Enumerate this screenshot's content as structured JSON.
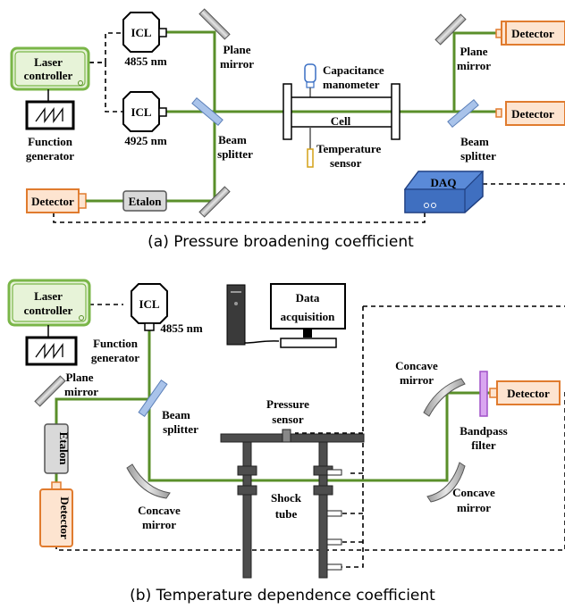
{
  "part_a": {
    "caption": "(a) Pressure broadening coefficient",
    "laser_controller": [
      "Laser",
      "controller"
    ],
    "function_generator": [
      "Function",
      "generator"
    ],
    "icl_top": {
      "label": "ICL",
      "wavelength": "4855 nm"
    },
    "icl_bottom": {
      "label": "ICL",
      "wavelength": "4925 nm"
    },
    "plane_mirror_left": [
      "Plane",
      "mirror"
    ],
    "beam_splitter_left": [
      "Beam",
      "splitter"
    ],
    "capacitance_manometer": [
      "Capacitance",
      "manometer"
    ],
    "cell": "Cell",
    "temperature_sensor": [
      "Temperature",
      "sensor"
    ],
    "plane_mirror_right": [
      "Plane",
      "mirror"
    ],
    "beam_splitter_right": [
      "Beam",
      "splitter"
    ],
    "detector": "Detector",
    "etalon": "Etalon",
    "daq": "DAQ"
  },
  "part_b": {
    "caption": "(b) Temperature dependence coefficient",
    "laser_controller": [
      "Laser",
      "controller"
    ],
    "function_generator": [
      "Function",
      "generator"
    ],
    "icl": {
      "label": "ICL",
      "wavelength": "4855 nm"
    },
    "data_acquisition": [
      "Data",
      "acquisition"
    ],
    "plane_mirror": [
      "Plane",
      "mirror"
    ],
    "beam_splitter": [
      "Beam",
      "splitter"
    ],
    "etalon": "Etalon",
    "detector": "Detector",
    "concave_mirror": [
      "Concave",
      "mirror"
    ],
    "pressure_sensor": [
      "Pressure",
      "sensor"
    ],
    "shock_tube": [
      "Shock",
      "tube"
    ],
    "bandpass_filter": [
      "Bandpass",
      "filter"
    ]
  },
  "colors": {
    "beam": "#5a8f2a",
    "laser_controller_fill": "#e7f3d8",
    "laser_controller_stroke": "#7ab648",
    "detector_fill": "#fde4d0",
    "detector_stroke": "#e07b2e",
    "daq_fill": "#3f6fc0",
    "splitter_fill": "#a9c3ea",
    "etalon_fill": "#d9d9d9",
    "bandpass_fill": "#d9a6f0",
    "bandpass_stroke": "#a050c8"
  }
}
